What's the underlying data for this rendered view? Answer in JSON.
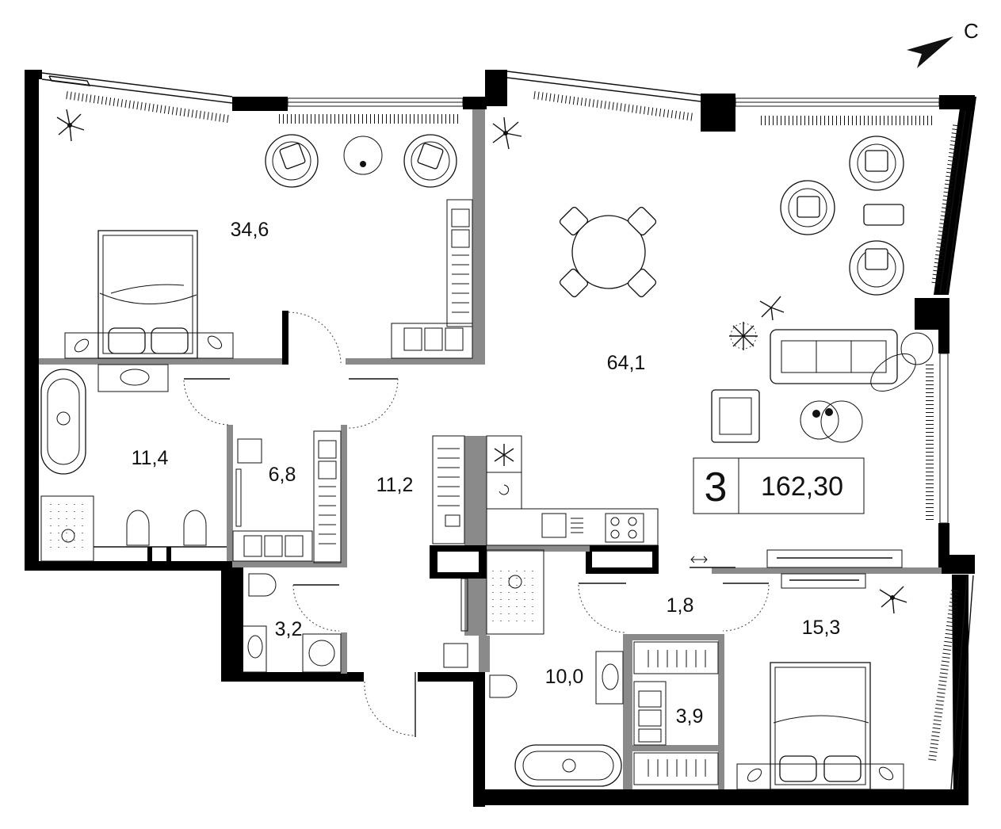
{
  "plan": {
    "north_label": "С",
    "rooms": [
      {
        "id": "bedroom-main",
        "area": "34,6"
      },
      {
        "id": "living-kitchen",
        "area": "64,1"
      },
      {
        "id": "bathroom-1",
        "area": "11,4"
      },
      {
        "id": "dressing-1",
        "area": "6,8"
      },
      {
        "id": "hall",
        "area": "11,2"
      },
      {
        "id": "wc",
        "area": "3,2"
      },
      {
        "id": "corridor",
        "area": "1,8"
      },
      {
        "id": "bedroom-2",
        "area": "15,3"
      },
      {
        "id": "bathroom-2",
        "area": "10,0"
      },
      {
        "id": "dressing-2",
        "area": "3,9"
      }
    ],
    "summary": {
      "rooms_count": "3",
      "total_area": "162,30"
    }
  }
}
